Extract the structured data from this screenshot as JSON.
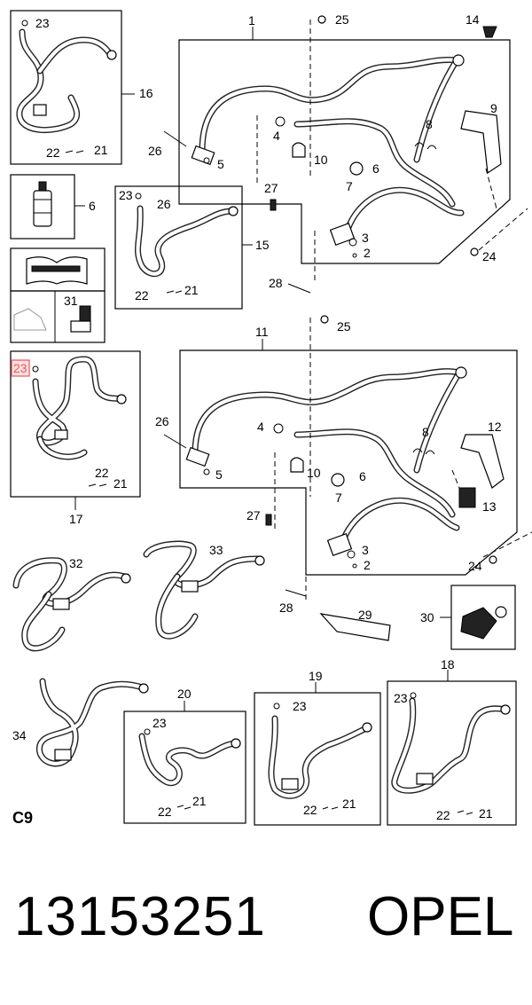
{
  "callouts": {
    "n1": "1",
    "n2": "2",
    "n3": "3",
    "n4": "4",
    "n5": "5",
    "n6": "6",
    "n7": "7",
    "n8": "8",
    "n9": "9",
    "n10": "10",
    "n11": "11",
    "n12": "12",
    "n13": "13",
    "n14": "14",
    "n15": "15",
    "n16": "16",
    "n17": "17",
    "n18": "18",
    "n19": "19",
    "n20": "20",
    "n21": "21",
    "n22": "22",
    "n23": "23",
    "n24": "24",
    "n25": "25",
    "n26": "26",
    "n27": "27",
    "n28": "28",
    "n29": "29",
    "n30": "30",
    "n31": "31",
    "n32": "32",
    "n33": "33",
    "n34": "34"
  },
  "section_code": "C9",
  "part_number": "13153251",
  "brand": "OPEL",
  "colors": {
    "highlight": "#e8555a",
    "line": "#000000"
  }
}
